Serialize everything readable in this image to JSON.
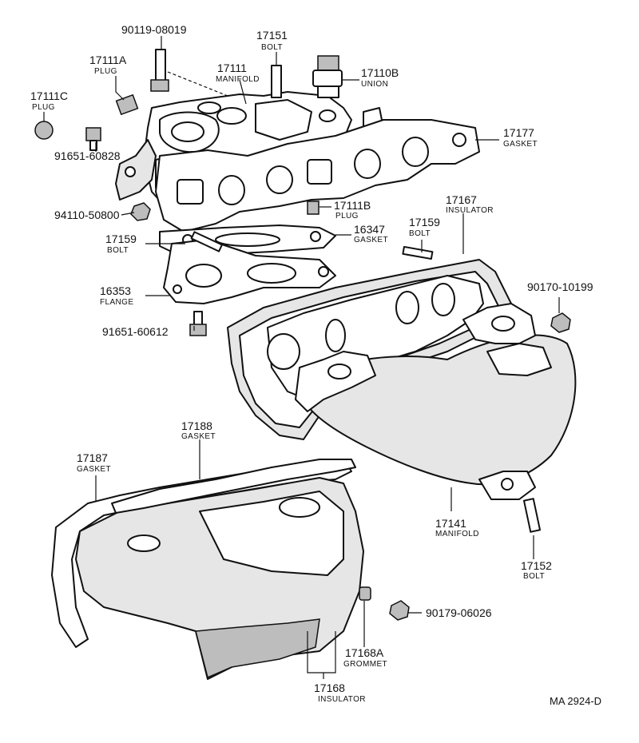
{
  "callouts": [
    {
      "id": "90119-08019",
      "number": "90119-08019",
      "name": ""
    },
    {
      "id": "17151",
      "number": "17151",
      "name": "BOLT"
    },
    {
      "id": "17111A",
      "number": "17111A",
      "name": "PLUG"
    },
    {
      "id": "17111",
      "number": "17111",
      "name": "MANIFOLD"
    },
    {
      "id": "17110B",
      "number": "17110B",
      "name": "UNION"
    },
    {
      "id": "17111C",
      "number": "17111C",
      "name": "PLUG"
    },
    {
      "id": "17177",
      "number": "17177",
      "name": "GASKET"
    },
    {
      "id": "91651-60828",
      "number": "91651-60828",
      "name": ""
    },
    {
      "id": "17167",
      "number": "17167",
      "name": "INSULATOR"
    },
    {
      "id": "94110-50800",
      "number": "94110-50800",
      "name": ""
    },
    {
      "id": "17111B",
      "number": "17111B",
      "name": "PLUG"
    },
    {
      "id": "17159a",
      "number": "17159",
      "name": "BOLT"
    },
    {
      "id": "16347",
      "number": "16347",
      "name": "GASKET"
    },
    {
      "id": "17159b",
      "number": "17159",
      "name": "BOLT"
    },
    {
      "id": "90170-10199",
      "number": "90170-10199",
      "name": ""
    },
    {
      "id": "16353",
      "number": "16353",
      "name": "FLANGE"
    },
    {
      "id": "91651-60612",
      "number": "91651-60612",
      "name": ""
    },
    {
      "id": "17188",
      "number": "17188",
      "name": "GASKET"
    },
    {
      "id": "17187",
      "number": "17187",
      "name": "GASKET"
    },
    {
      "id": "17141",
      "number": "17141",
      "name": "MANIFOLD"
    },
    {
      "id": "17152",
      "number": "17152",
      "name": "BOLT"
    },
    {
      "id": "90179-06026",
      "number": "90179-06026",
      "name": ""
    },
    {
      "id": "17168A",
      "number": "17168A",
      "name": "GROMMET"
    },
    {
      "id": "17168",
      "number": "17168",
      "name": "INSULATOR"
    }
  ],
  "figure_ref": "MA 2924-D"
}
